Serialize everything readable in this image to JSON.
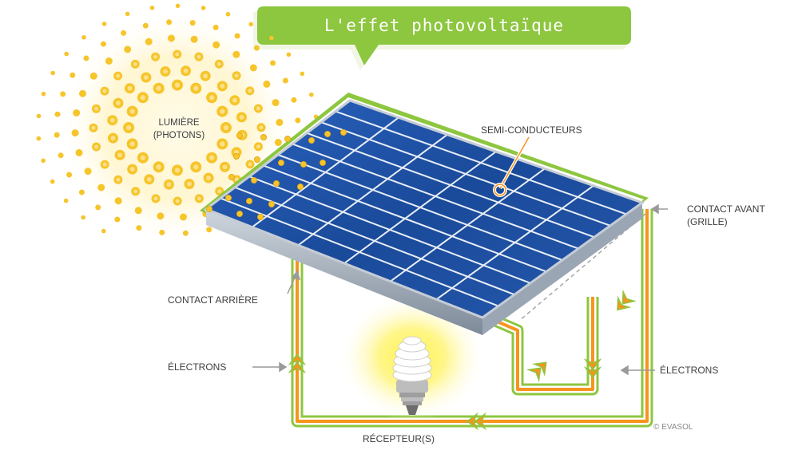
{
  "title": "L'effet photovoltaïque",
  "labels": {
    "light_line1": "LUMIÈRE",
    "light_line2": "(PHOTONS)",
    "semiconductors": "SEMI-CONDUCTEURS",
    "front_contact_line1": "CONTACT AVANT",
    "front_contact_line2": "(GRILLE)",
    "back_contact": "CONTACT ARRIÈRE",
    "electrons_left": "ÉLECTRONS",
    "electrons_right": "ÉLECTRONS",
    "receiver": "RÉCEPTEUR(S)"
  },
  "copyright": "© EVASOL",
  "icons": [
    "sun-icon",
    "solar-panel-icon",
    "cfl-bulb-icon",
    "flow-arrow-icon"
  ],
  "colors": {
    "banner_green": "#8dc63f",
    "frame_green": "#8dc63f",
    "panel_blue": "#1d4fa3",
    "wire_orange": "#f7941d",
    "sun_yellow": "#f6c52a",
    "label_gray": "#3d3d3d"
  }
}
